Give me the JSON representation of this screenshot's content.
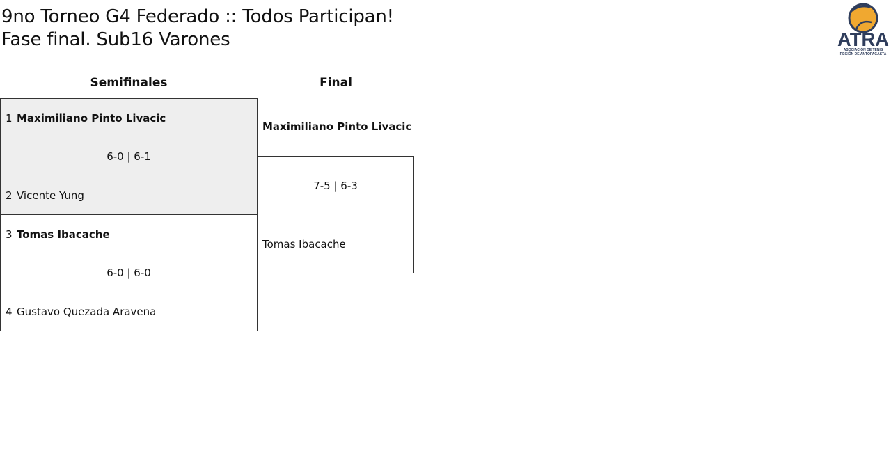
{
  "header": {
    "title_line1": "9no Torneo G4 Federado :: Todos Participan!",
    "title_line2": "Fase final. Sub16 Varones",
    "logo_text": "ATRA",
    "logo_sub1": "ASOCIACIÓN DE TENIS",
    "logo_sub2": "REGIÓN DE ANTOFAGASTA"
  },
  "rounds": {
    "semifinals_label": "Semifinales",
    "final_label": "Final"
  },
  "semifinals": [
    {
      "player1": {
        "seed": "1",
        "name": "Maximiliano Pinto Livacic"
      },
      "score": "6-0 | 6-1",
      "player2": {
        "seed": "2",
        "name": "Vicente Yung"
      }
    },
    {
      "player1": {
        "seed": "3",
        "name": "Tomas Ibacache"
      },
      "score": "6-0 | 6-0",
      "player2": {
        "seed": "4",
        "name": "Gustavo Quezada Aravena"
      }
    }
  ],
  "final": {
    "winner": "Maximiliano Pinto Livacic",
    "score": "7-5 | 6-3",
    "runner_up": "Tomas Ibacache"
  },
  "colors": {
    "logo_navy": "#2f3d5c",
    "logo_orange": "#f0a830",
    "highlight_bg": "#eeeeee"
  }
}
